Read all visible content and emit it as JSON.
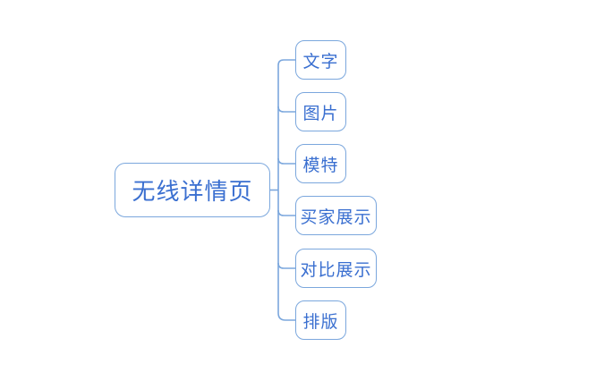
{
  "diagram": {
    "type": "mind-map",
    "orientation": "left-to-right",
    "background_color": "#ffffff",
    "node_border_color": "#7ba7dd",
    "node_text_color": "#3a6fd0",
    "connector_color": "#7ba7dd",
    "root": {
      "label": "无线详情页"
    },
    "children": [
      {
        "label": "文字"
      },
      {
        "label": "图片"
      },
      {
        "label": "模特"
      },
      {
        "label": "买家展示"
      },
      {
        "label": "对比展示"
      },
      {
        "label": "排版"
      }
    ]
  }
}
